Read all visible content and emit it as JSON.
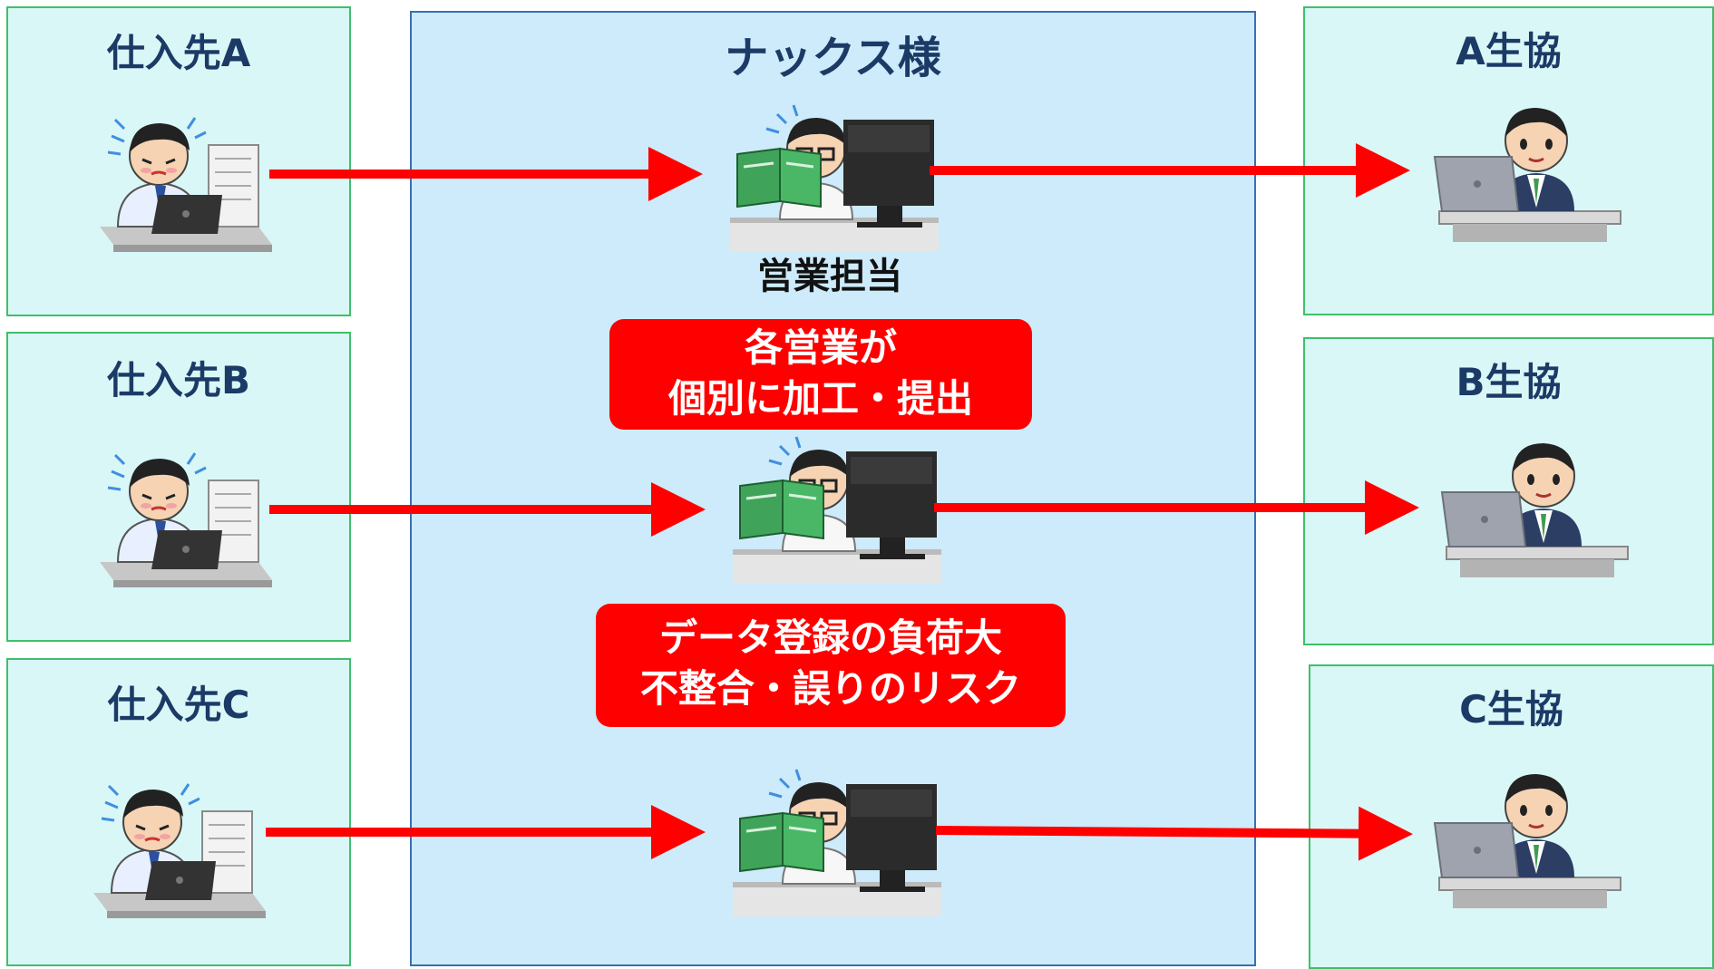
{
  "suppliers": [
    {
      "title": "仕入先A"
    },
    {
      "title": "仕入先B"
    },
    {
      "title": "仕入先C"
    }
  ],
  "center": {
    "title": "ナックス様",
    "staff_label": "営業担当",
    "note1": {
      "line1": "各営業が",
      "line2": "個別に加工・提出"
    },
    "note2": {
      "line1": "データ登録の負荷大",
      "line2": "不整合・誤りのリスク"
    }
  },
  "coops": [
    {
      "title": "A生協"
    },
    {
      "title": "B生協"
    },
    {
      "title": "C生協"
    }
  ],
  "colors": {
    "arrow": "#ff0000",
    "supplier_bg": "#d9f7f7",
    "supplier_border": "#3fbf6a",
    "center_bg": "#cdebfa",
    "center_border": "#3a6fb3"
  },
  "icons": [
    "stressed-worker-icon",
    "sales-rep-icon",
    "coop-staff-icon",
    "arrow-icon"
  ]
}
